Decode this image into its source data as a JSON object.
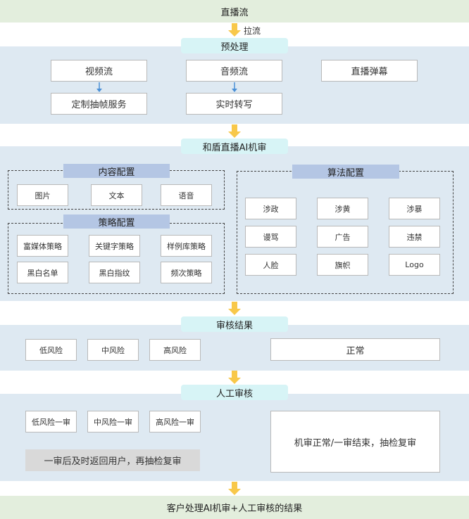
{
  "top": {
    "title": "直播流",
    "pull_label": "拉流"
  },
  "preprocess": {
    "title": "预处理",
    "video": "视频流",
    "audio": "音频流",
    "danmaku": "直播弹幕",
    "frame_service": "定制抽帧服务",
    "transcribe": "实时转写"
  },
  "ai_review": {
    "title": "和盾直播AI机审"
  },
  "content_config": {
    "title": "内容配置",
    "items": [
      "图片",
      "文本",
      "语音"
    ]
  },
  "strategy_config": {
    "title": "策略配置",
    "items": [
      "富媒体策略",
      "关键字策略",
      "样例库策略",
      "黑白名单",
      "黑白指纹",
      "频次策略"
    ]
  },
  "algo_config": {
    "title": "算法配置",
    "items": [
      "涉政",
      "涉黄",
      "涉暴",
      "谩骂",
      "广告",
      "违禁",
      "人脸",
      "旗帜",
      "Logo"
    ]
  },
  "result": {
    "title": "审核结果",
    "low": "低风险",
    "mid": "中风险",
    "high": "高风险",
    "normal": "正常"
  },
  "manual": {
    "title": "人工审核",
    "low": "低风险一审",
    "mid": "中风险一审",
    "high": "高风险一审",
    "return_note": "一审后及时返回用户，再抽检复审",
    "normal_note": "机审正常/一审结束，抽检复审"
  },
  "bottom": {
    "title": "客户处理AI机审+人工审核的结果"
  },
  "colors": {
    "arrow_yellow": "#f8c84a",
    "arrow_blue": "#4a8fd6",
    "band_green": "#e3eedd",
    "band_blue": "#dee9f2",
    "pill": "#d7f4f6",
    "header": "#b4c6e4"
  }
}
